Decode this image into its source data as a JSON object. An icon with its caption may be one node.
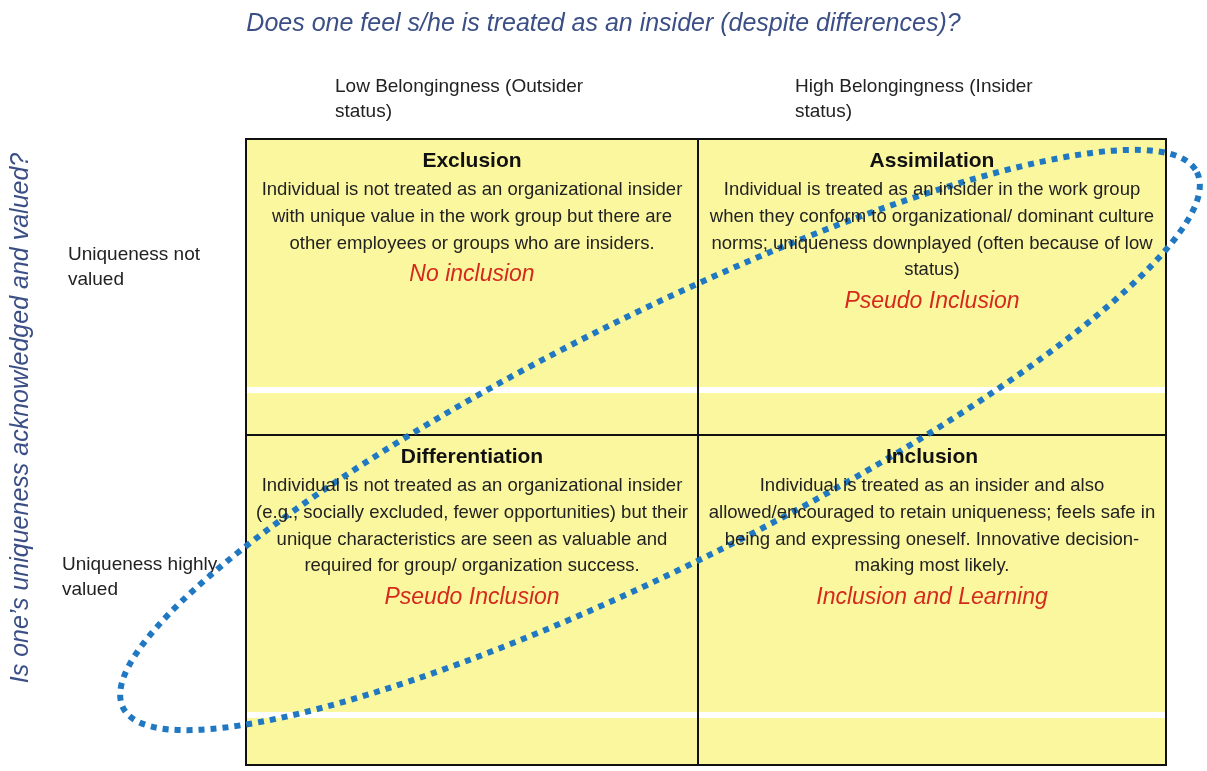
{
  "diagram": {
    "title": "Does one feel s/he is treated as an insider (despite differences)?",
    "nodes": [
      {
        "text": [
          "Exclusion",
          "Individual is not treated as an organizational insider with unique value in the work group but there are other employees or groups who are insiders.",
          "No inclusion"
        ]
      },
      {
        "text": [
          "Assimilation",
          "Individual is treated as an insider in the work group when they conform to organizational/ dominant culture norms; uniqueness downplayed (often because of low status)",
          "Pseudo Inclusion"
        ]
      },
      {
        "text": [
          "Differentiation",
          "Individual is not treated as an organizational insider (e.g., socially excluded, fewer opportunities) but their unique characteristics are seen as valuable and required for group/ organization success.",
          "Pseudo Inclusion"
        ]
      },
      {
        "text": [
          "Inclusion",
          "Individual is treated as an insider and also allowed/encouraged to retain uniqueness; feels safe in being and expressing oneself. Innovative decision-making most likely.",
          "Inclusion and Learning"
        ]
      }
    ],
    "labels": [
      "Is one’s uniqueness acknowledged and valued?",
      "Low Belongingness (Outsider status)",
      "High Belongingness (Insider status)",
      "Uniqueness not valued",
      "Uniqueness highly valued"
    ]
  }
}
